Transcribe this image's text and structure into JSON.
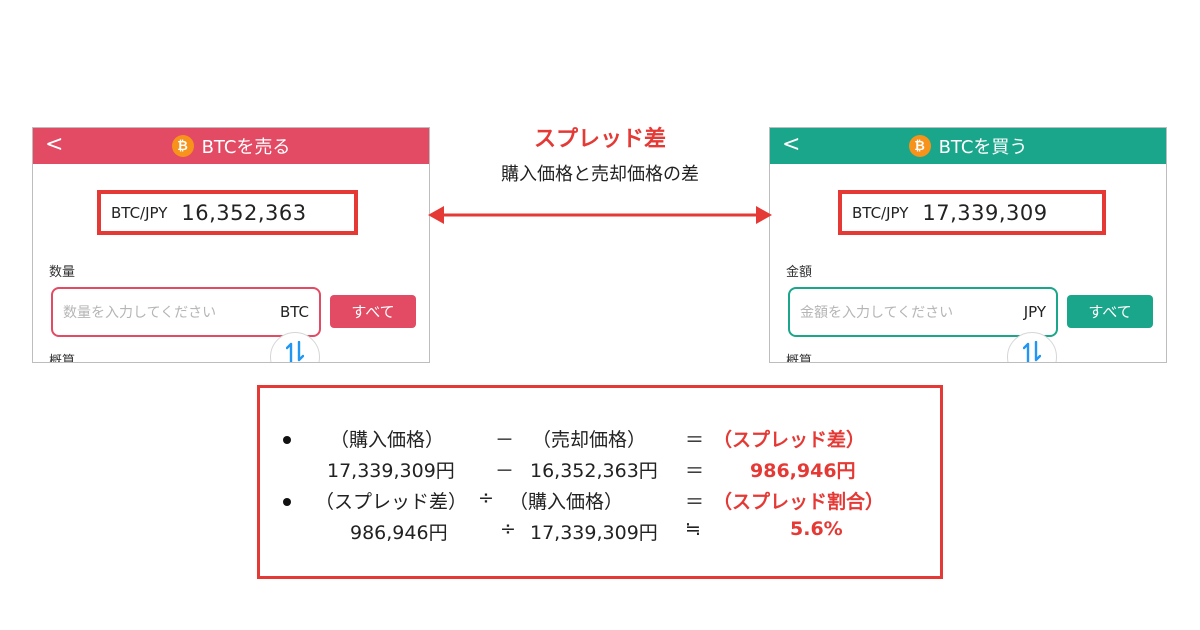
{
  "sell_panel": {
    "title": "BTCを売る",
    "back": "<",
    "coin": "₿",
    "pair": "BTC/JPY",
    "price": "16,352,363",
    "field_label": "数量",
    "input_placeholder": "数量を入力してください",
    "unit": "BTC",
    "all_button": "すべて",
    "estimate_label": "概算"
  },
  "buy_panel": {
    "title": "BTCを買う",
    "back": "<",
    "coin": "₿",
    "pair": "BTC/JPY",
    "price": "17,339,309",
    "field_label": "金額",
    "input_placeholder": "金額を入力してください",
    "unit": "JPY",
    "all_button": "すべて",
    "estimate_label": "概算"
  },
  "middle": {
    "title": "スプレッド差",
    "subtitle": "購入価格と売却価格の差"
  },
  "formula": {
    "row1": {
      "a": "（購入価格）",
      "op": "－",
      "b": "（売却価格）",
      "eq": "＝",
      "result": "（スプレッド差）"
    },
    "row2": {
      "a": "17,339,309円",
      "op": "－",
      "b": "16,352,363円",
      "eq": "＝",
      "result": "986,946円"
    },
    "row3": {
      "a": "（スプレッド差）",
      "op": "÷",
      "b": "（購入価格）",
      "eq": "＝",
      "result": "（スプレッド割合）"
    },
    "row4": {
      "a": "986,946円",
      "op": "÷",
      "b": "17,339,309円",
      "eq": "≒",
      "result": "5.6%"
    }
  },
  "colors": {
    "sell": "#e34a63",
    "buy": "#1aa68a",
    "highlight": "#e53935",
    "coin": "#f7931a"
  }
}
